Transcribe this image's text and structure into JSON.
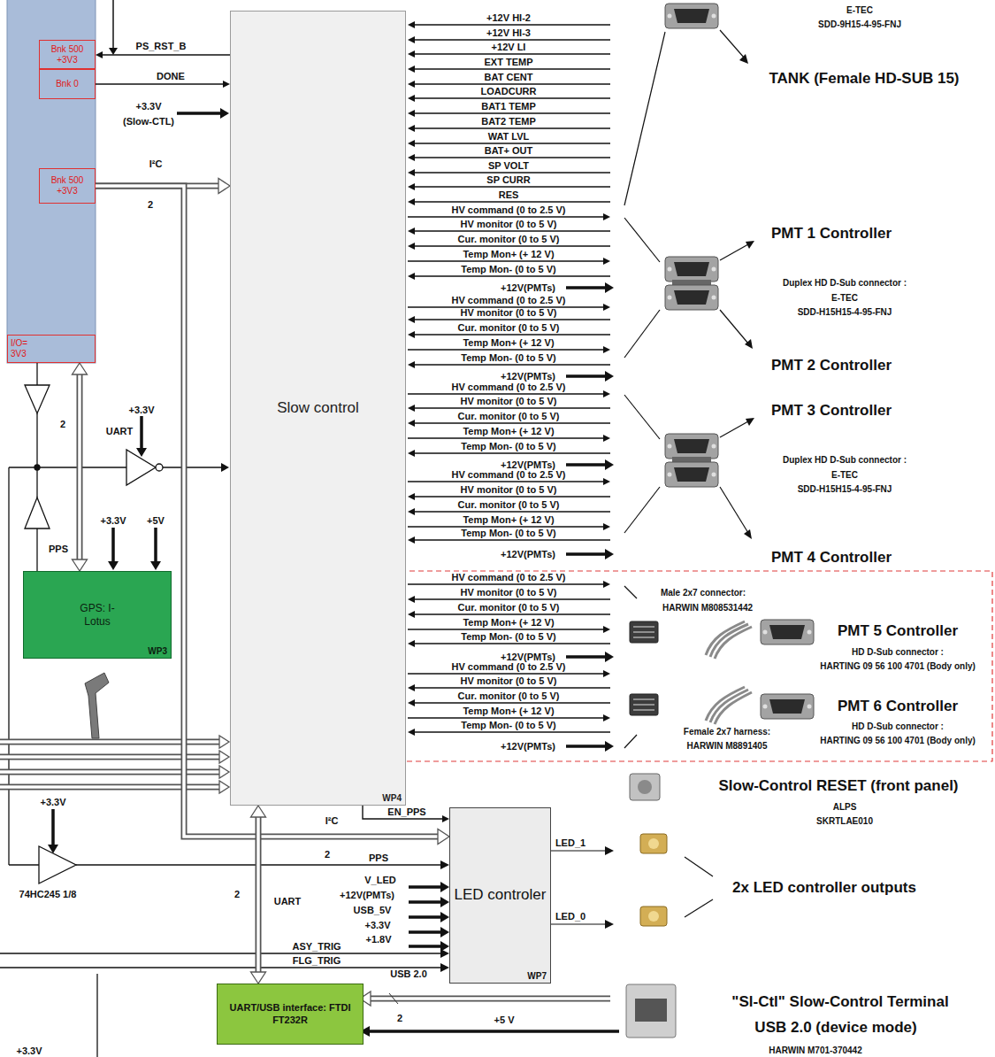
{
  "diagram": {
    "nodes": [
      {
        "text": [
          "Bnk 500 +3V3"
        ]
      },
      {
        "text": [
          "Bnk 0"
        ]
      },
      {
        "text": [
          "Bnk 500 +3V3"
        ]
      },
      {
        "text": [
          "I/O= 3V3"
        ]
      },
      {
        "text": [
          "Slow control",
          "WP4"
        ]
      },
      {
        "text": [
          "GPS: I-Lotus",
          "WP3"
        ]
      },
      {
        "text": [
          "LED controler",
          "WP7"
        ]
      },
      {
        "text": [
          "UART/USB interface: FTDI FT232R"
        ]
      }
    ],
    "edges": [
      {
        "from": 4,
        "to": 0,
        "arrow": "to",
        "label": "PS_RST_B"
      },
      {
        "from": 1,
        "to": 4,
        "arrow": "to",
        "label": "DONE"
      },
      {
        "from": 2,
        "to": 4,
        "arrow": "to",
        "label": "I²C"
      },
      {
        "from": 5,
        "to": 3,
        "arrow": "both",
        "label": "UART"
      },
      {
        "from": 4,
        "to": 6,
        "arrow": "to",
        "label": "EN_PPS"
      },
      {
        "from": 2,
        "to": 6,
        "arrow": "to",
        "label": "I²C"
      },
      {
        "from": 4,
        "to": 7,
        "arrow": "both",
        "label": "UART"
      }
    ],
    "labels": [
      "+12V HI-2",
      "+12V HI-3",
      "+12V LI",
      "EXT TEMP",
      "BAT CENT",
      "LOADCURR",
      "BAT1 TEMP",
      "BAT2 TEMP",
      "WAT LVL",
      "BAT+ OUT",
      "SP VOLT",
      "SP CURR",
      "RES",
      "HV command (0 to 2.5 V)",
      "HV monitor (0 to 5 V)",
      "Cur. monitor (0 to 5 V)",
      "Temp Mon+ (+ 12 V)",
      "Temp Mon- (0 to 5 V)",
      "+12V(PMTs)",
      "HV command (0 to 2.5 V)",
      "HV monitor (0 to 5 V)",
      "Cur. monitor (0 to 5 V)",
      "Temp Mon+ (+ 12 V)",
      "Temp Mon- (0 to 5 V)",
      "+12V(PMTs)",
      "HV command (0 to 2.5 V)",
      "HV monitor (0 to 5 V)",
      "Cur. monitor (0 to 5 V)",
      "Temp Mon+ (+ 12 V)",
      "Temp Mon- (0 to 5 V)",
      "+12V(PMTs)",
      "HV command (0 to 2.5 V)",
      "HV monitor (0 to 5 V)",
      "Cur. monitor (0 to 5 V)",
      "Temp Mon+ (+ 12 V)",
      "Temp Mon- (0 to 5 V)",
      "+12V(PMTs)",
      "HV command (0 to 2.5 V)",
      "HV monitor (0 to 5 V)",
      "Cur. monitor (0 to 5 V)",
      "Temp Mon+ (+ 12 V)",
      "Temp Mon- (0 to 5 V)",
      "+12V(PMTs)",
      "HV command (0 to 2.5 V)",
      "HV monitor (0 to 5 V)",
      "Cur. monitor (0 to 5 V)",
      "Temp Mon+ (+ 12 V)",
      "Temp Mon- (0 to 5 V)",
      "+12V(PMTs)",
      "E-TEC",
      "SDD-9H15-4-95-FNJ",
      "TANK (Female HD-SUB 15)",
      "PMT 1 Controller",
      "Duplex HD D-Sub connector :",
      "E-TEC",
      "SDD-H15H15-4-95-FNJ",
      "PMT 2 Controller",
      "PMT 3 Controller",
      "Duplex HD D-Sub connector :",
      "E-TEC",
      "SDD-H15H15-4-95-FNJ",
      "PMT 4 Controller",
      "Male 2x7 connector:",
      "HARWIN M808531442",
      "PMT 5 Controller",
      "HD D-Sub connector :",
      "HARTING 09 56 100 4701 (Body only)",
      "PMT 6 Controller",
      "Female 2x7 harness:",
      "HD D-Sub connector :",
      "HARWIN M8891405",
      "HARTING 09 56 100 4701 (Body only)",
      "Slow-Control RESET (front panel)",
      "ALPS",
      "SKRTLAE010",
      "LED_1",
      "2x LED controller outputs",
      "LED_0",
      "\"Sl-Ctl\" Slow-Control Terminal",
      "USB 2.0 (device mode)",
      "HARWIN M701-370442",
      "USB 2.0",
      "2",
      "+5 V",
      "+3.3V",
      "(Slow-CTL)",
      "2",
      "2",
      "+3.3V",
      "+3.3V",
      "+5V",
      "PPS",
      "+3.3V",
      "74HC245 1/8",
      "2",
      "PPS",
      "2",
      "V_LED",
      "+12V(PMTs)",
      "USB_5V",
      "+3.3V",
      "+1.8V",
      "ASY_TRIG",
      "FLG_TRIG",
      "+3.3V"
    ]
  }
}
